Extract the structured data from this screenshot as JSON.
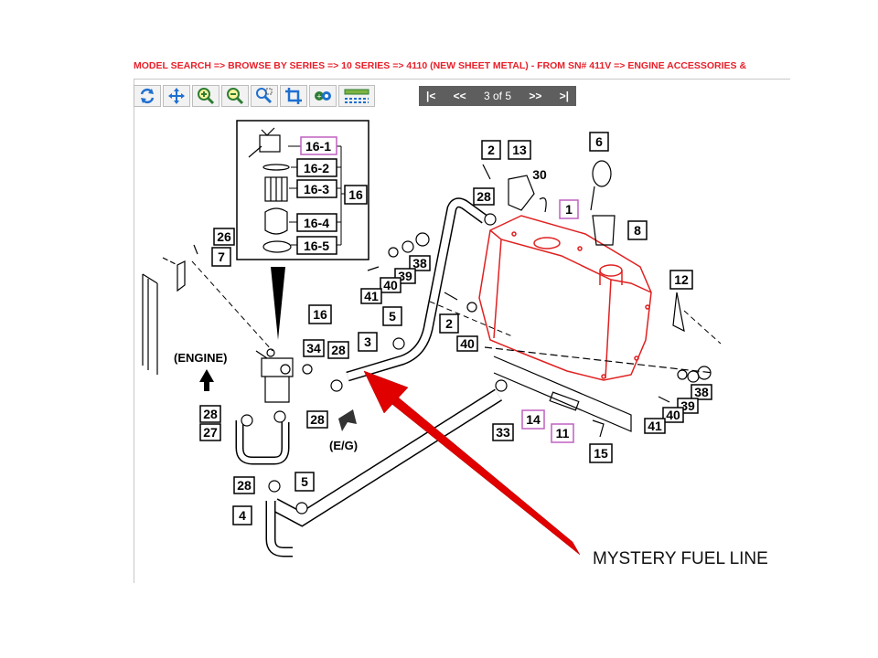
{
  "breadcrumb": "MODEL SEARCH => BROWSE BY SERIES => 10 SERIES => 4110 (NEW SHEET METAL) - FROM SN# 411V => ENGINE ACCESSORIES &",
  "toolbar": {
    "buttons": [
      {
        "name": "refresh-icon"
      },
      {
        "name": "pan-icon"
      },
      {
        "name": "zoom-in-icon"
      },
      {
        "name": "zoom-out-icon"
      },
      {
        "name": "zoom-area-icon"
      },
      {
        "name": "crop-icon"
      },
      {
        "name": "settings-icon"
      },
      {
        "name": "parts-list-icon"
      }
    ]
  },
  "pager": {
    "first": "|<",
    "prev": "<<",
    "page_text": "3 of 5",
    "next": ">>",
    "last": ">|"
  },
  "diagram": {
    "parts": {
      "p1": "1",
      "p2a": "2",
      "p2b": "2",
      "p3": "3",
      "p4": "4",
      "p5a": "5",
      "p5b": "5",
      "p6": "6",
      "p7": "7",
      "p8": "8",
      "p11": "11",
      "p12": "12",
      "p13": "13",
      "p14": "14",
      "p15": "15",
      "p16": "16",
      "p16b": "16",
      "p16_1": "16-1",
      "p16_2": "16-2",
      "p16_3": "16-3",
      "p16_4": "16-4",
      "p16_5": "16-5",
      "p26": "26",
      "p27": "27",
      "p28a": "28",
      "p28b": "28",
      "p28c": "28",
      "p28d": "28",
      "p28e": "28",
      "p30": "30",
      "p33": "33",
      "p34": "34",
      "p38a": "38",
      "p38b": "38",
      "p39a": "39",
      "p39b": "39",
      "p40a": "40",
      "p40b": "40",
      "p40c": "40",
      "p41a": "41",
      "p41b": "41"
    },
    "engine_label": "(ENGINE)",
    "eg_label": "(E/G)"
  },
  "callout": {
    "label": "MYSTERY FUEL LINE",
    "color": "#e00000"
  },
  "colors": {
    "breadcrumb": "#e8202a",
    "tank_highlight": "#e02020",
    "highlight_box": "#c060c0",
    "pager_bg": "#5e5e5e"
  }
}
